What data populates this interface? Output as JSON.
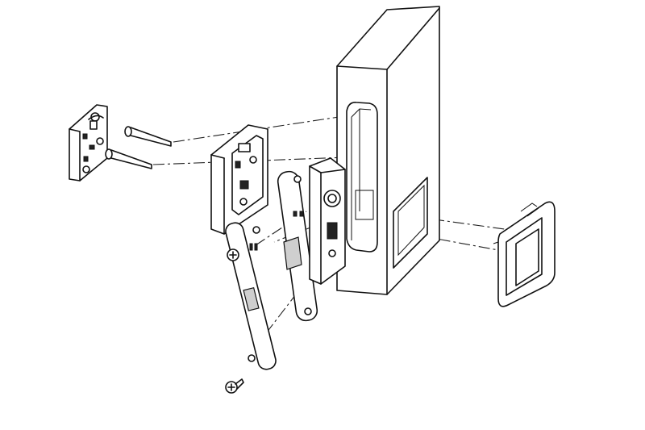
{
  "diagram": {
    "parts": [
      {
        "id": "pcb-mount",
        "icon": "circuit-board-icon"
      },
      {
        "id": "long-screw-upper",
        "icon": "pin-screw-icon"
      },
      {
        "id": "long-screw-lower",
        "icon": "pin-screw-icon"
      },
      {
        "id": "control-module",
        "icon": "module-icon"
      },
      {
        "id": "faceplate",
        "icon": "faceplate-icon"
      },
      {
        "id": "mortise-lock-body",
        "icon": "mortise-icon"
      },
      {
        "id": "door-stile",
        "icon": "door-block-icon"
      },
      {
        "id": "flush-pull-handle",
        "icon": "square-handle-icon"
      },
      {
        "id": "strike-plate",
        "icon": "strike-plate-icon"
      },
      {
        "id": "strike-screw-top",
        "icon": "screw-head-icon"
      },
      {
        "id": "strike-screw-bottom",
        "icon": "screw-head-icon"
      }
    ],
    "line_color": "#111111",
    "background": "#ffffff"
  }
}
